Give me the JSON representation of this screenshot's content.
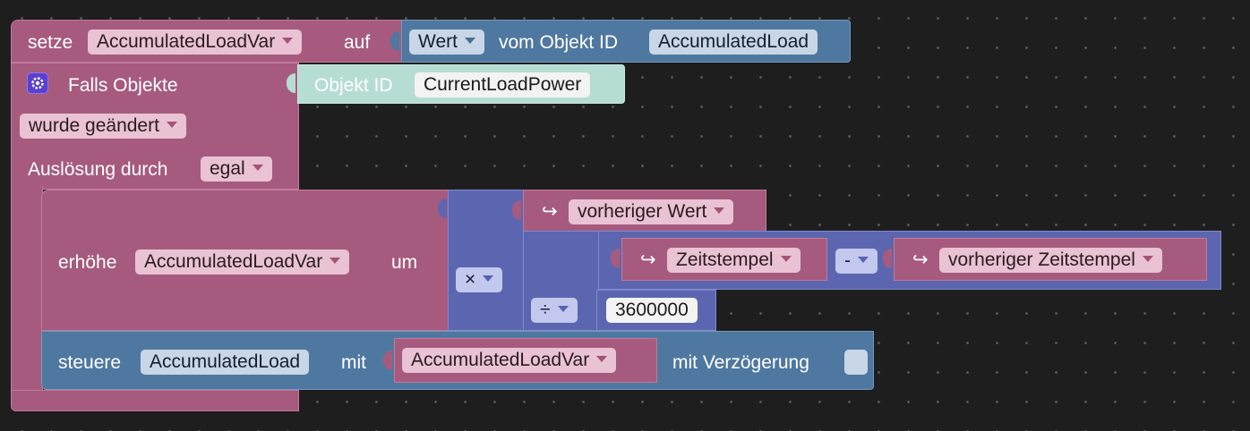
{
  "set_block": {
    "keyword": "setze",
    "variable": "AccumulatedLoadVar",
    "suffix": "auf",
    "value_dropdown": "Wert",
    "from_object_label": "vom Objekt ID",
    "object_id": "AccumulatedLoad"
  },
  "trigger_block": {
    "label": "Falls Objekte",
    "object_label": "Objekt ID",
    "object_id": "CurrentLoadPower",
    "condition": "wurde geändert",
    "trigger_label": "Auslösung durch",
    "trigger_value": "egal"
  },
  "increase_block": {
    "keyword": "erhöhe",
    "variable": "AccumulatedLoadVar",
    "suffix": "um",
    "multiply_op": "×",
    "previous_value": "vorheriger Wert",
    "timestamp": "Zeitstempel",
    "minus_op": "-",
    "previous_timestamp": "vorheriger Zeitstempel",
    "divide_op": "÷",
    "divisor": "3600000",
    "arrow_glyph": "↪"
  },
  "control_block": {
    "keyword": "steuere",
    "object_id": "AccumulatedLoad",
    "with_label": "mit",
    "variable": "AccumulatedLoadVar",
    "delay_label": "mit Verzögerung"
  },
  "colors": {
    "background": "#1e1e1e",
    "pink": "#a65b7e",
    "blue": "#4f78a1",
    "purple": "#5c66b0",
    "mint": "#b6ddd3",
    "gear": "#5b3fd0"
  },
  "icons": {
    "trigger_gear": "gear-icon",
    "value_arrow": "arrow-return-icon"
  }
}
